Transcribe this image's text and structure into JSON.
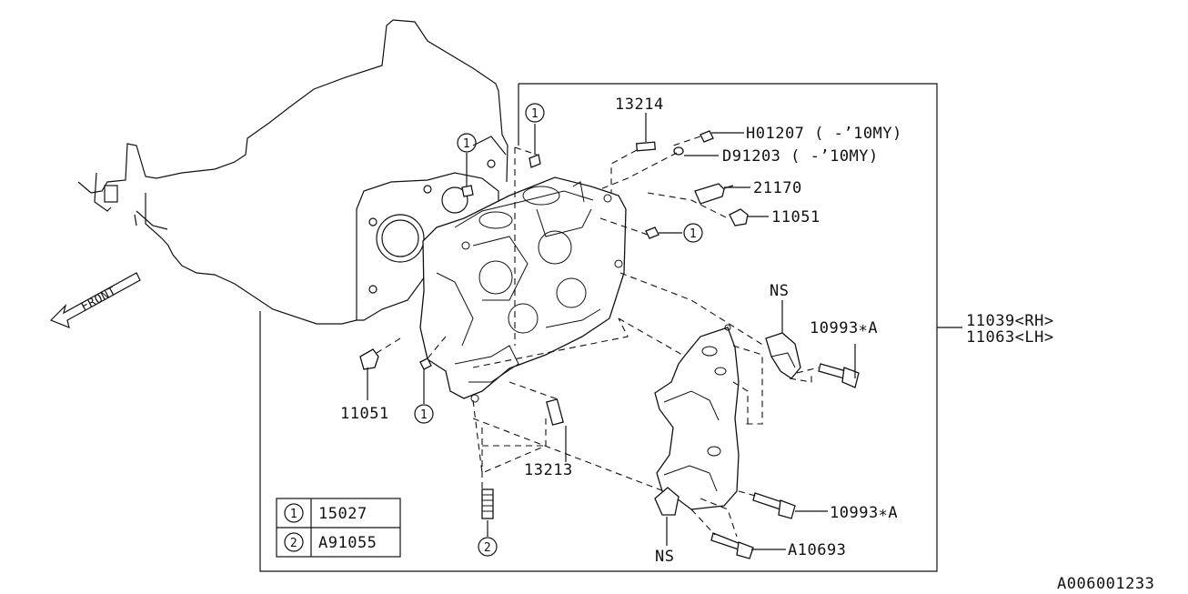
{
  "labels": {
    "p13214": "13214",
    "pH01207": "H01207 ( -’10MY)",
    "pD91203": "D91203 ( -’10MY)",
    "p21170": "21170",
    "p11051_top": "11051",
    "pNS_top": "NS",
    "p10993A_top": "10993∗A",
    "p11039": "11039<RH>",
    "p11063": "11063<LH>",
    "p11051_left": "11051",
    "p13213": "13213",
    "p10993A_bot": "10993∗A",
    "pA10693": "A10693",
    "pNS_bot": "NS",
    "front": "FRONT",
    "diagram_id": "A006001233"
  },
  "callouts": {
    "c1": "1",
    "c2": "2"
  },
  "legend": {
    "rows": [
      {
        "num": "1",
        "part": "15027"
      },
      {
        "num": "2",
        "part": "A91055"
      }
    ]
  }
}
